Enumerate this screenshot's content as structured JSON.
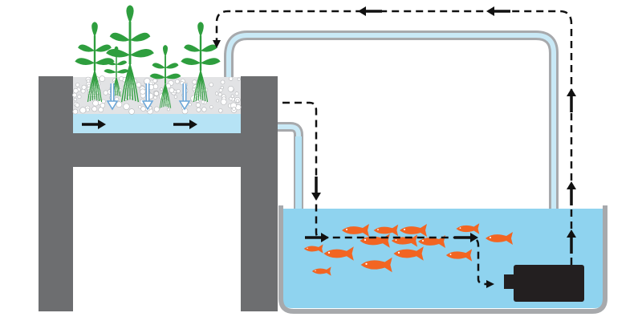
{
  "diagram": {
    "colors": {
      "background": "#ffffff",
      "stand": "#6d6e70",
      "grow_bed_water": "#b6e3f5",
      "gravel": "#e2e3e5",
      "pipe_fill": "#c9e9f6",
      "pipe_outline": "#a7a9ac",
      "tank_water": "#8fd3ef",
      "tank_wall": "#a7a9ac",
      "fish": "#f26522",
      "pump": "#231f20",
      "flow_arrow": "#111111",
      "plant_leaf": "#2e9e3e",
      "root": "#2e9e3e",
      "nutrient_arrow": "#6aa6d8"
    },
    "components": [
      {
        "id": "grow-bed-stand",
        "icon": "stand"
      },
      {
        "id": "grow-bed",
        "icon": "gravel-bed"
      },
      {
        "id": "plants",
        "icon": "plant",
        "count": 5
      },
      {
        "id": "fish-tank",
        "icon": "tank"
      },
      {
        "id": "fish",
        "icon": "fish",
        "count": 14
      },
      {
        "id": "pump",
        "icon": "pump"
      },
      {
        "id": "supply-pipe",
        "icon": "pipe"
      },
      {
        "id": "drain-pipe",
        "icon": "pipe"
      },
      {
        "id": "water-flow",
        "icon": "dashed-arrow-path"
      }
    ]
  }
}
